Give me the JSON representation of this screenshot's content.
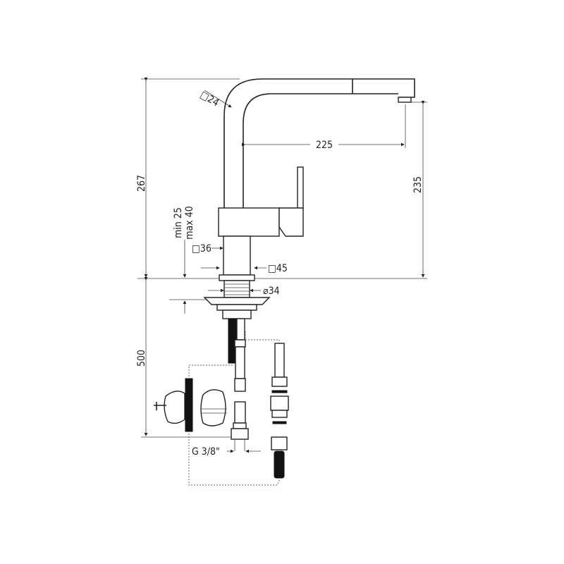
{
  "drawing": {
    "title": "Kitchen faucet with pull-out spout – technical dimensions",
    "dimensions": {
      "total_height": "267",
      "spout_height": "235",
      "spout_reach": "225",
      "spout_section": "□24",
      "body_section": "□36",
      "base_section": "□45",
      "shank_diameter": "⌀34",
      "worktop_min": "min 25",
      "worktop_max": "max 40",
      "hose_length": "500",
      "connection_thread": "G 3/8\""
    },
    "colors": {
      "line": "#222222",
      "background": "#ffffff"
    }
  }
}
